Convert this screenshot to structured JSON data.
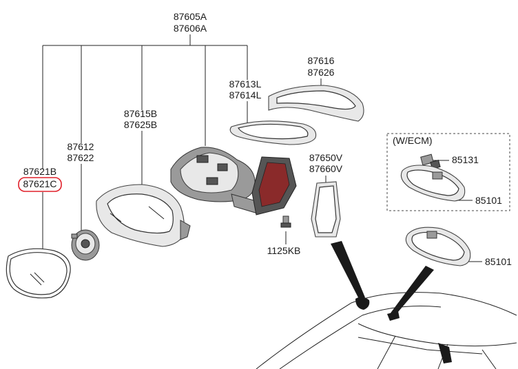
{
  "labels": {
    "assembly_a": "87605A",
    "assembly_b": "87606A",
    "cap_a": "87616",
    "cap_b": "87626",
    "repeater_a": "87613L",
    "repeater_b": "87614L",
    "housing_a": "87615B",
    "housing_b": "87625B",
    "actuator_a": "87612",
    "actuator_b": "87622",
    "glass_a": "87621B",
    "glass_b": "87621C",
    "cover_a": "87650V",
    "cover_b": "87660V",
    "screw": "1125KB",
    "variant_box": "(W/ECM)",
    "sensor": "85131",
    "inner_mirror_ecm": "85101",
    "inner_mirror": "85101"
  },
  "highlight": {
    "circled_part": "87621C",
    "color": "#e0202a"
  },
  "colors": {
    "line": "#222222",
    "part_fill": "#e8e8e8",
    "dark_fill": "#555555"
  }
}
